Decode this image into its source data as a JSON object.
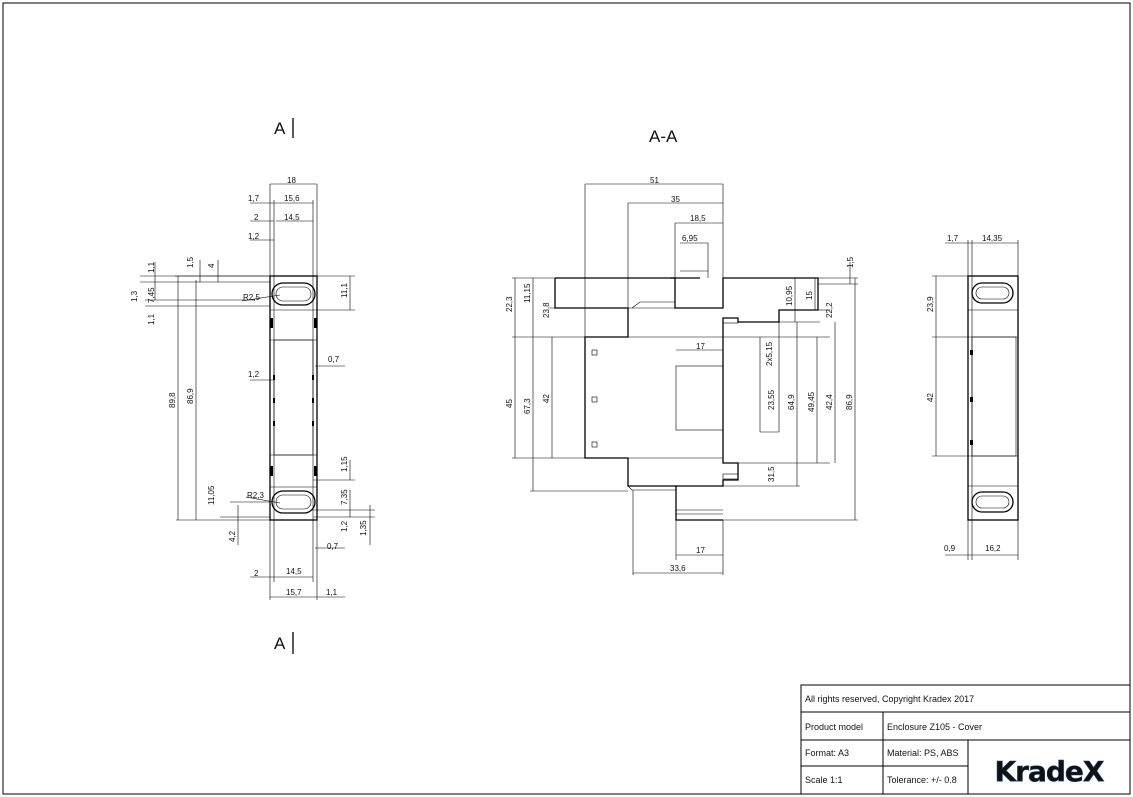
{
  "views": {
    "left": {
      "section_label_top": "A",
      "section_label_bottom": "A",
      "dims": {
        "d18": "18",
        "d1_7": "1,7",
        "d15_6": "15,6",
        "d2_top": "2",
        "d14_5_top": "14,5",
        "d1_2_top": "1,2",
        "d1_1a": "1,1",
        "d1_5": "1,5",
        "d4": "4",
        "d1_3": "1,3",
        "d7_45": "7,45",
        "d1_1b": "1,1",
        "r2_5": "R2,5",
        "d11_1": "11,1",
        "d89_8": "89,8",
        "d86_9": "86,9",
        "d0_7a": "0,7",
        "d1_2_mid": "1,2",
        "d1_15": "1,15",
        "d11_05": "11,05",
        "r2_3": "R2,3",
        "d7_35": "7,35",
        "d4_2": "4,2",
        "d1_2_bot": "1,2",
        "d1_35": "1,35",
        "d0_7b": "0,7",
        "d2_bot": "2",
        "d14_5_bot": "14,5",
        "d15_7": "15,7",
        "d1_1c": "1,1"
      }
    },
    "center": {
      "section_title": "A-A",
      "dims": {
        "d51": "51",
        "d35": "35",
        "d18_5": "18,5",
        "d6_95": "6,95",
        "d1_5": "1,5",
        "d22_3": "22,3",
        "d11_15": "11,15",
        "d23_8": "23,8",
        "d10_95": "10,95",
        "d15": "15",
        "d22_2": "22,2",
        "d2x5_15": "2x5,15",
        "d17_top": "17",
        "d45": "45",
        "d67_3": "67,3",
        "d42": "42",
        "d23_55": "23,55",
        "d64_9": "64,9",
        "d49_45": "49,45",
        "d42_4": "42,4",
        "d86_9": "86,9",
        "d31_5": "31,5",
        "d17_bot": "17",
        "d33_6": "33,6"
      }
    },
    "right": {
      "dims": {
        "d1_7": "1,7",
        "d14_35": "14,35",
        "d23_9": "23,9",
        "d42": "42",
        "d0_9": "0,9",
        "d16_2": "16,2"
      }
    }
  },
  "title_block": {
    "copyright": "All rights reserved, Copyright Kradex 2017",
    "product_model_label": "Product model",
    "product_model_value": "Enclosure Z105 - Cover",
    "format": "Format: A3",
    "material": "Material: PS, ABS",
    "scale": "Scale 1:1",
    "tolerance": "Tolerance: +/- 0.8",
    "logo_text": "KradeX",
    "logo_color": "#2f5fa6"
  }
}
